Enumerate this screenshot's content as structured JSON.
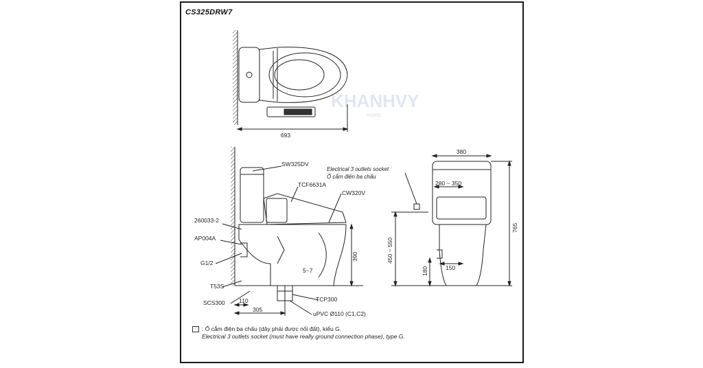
{
  "model": "CS325DRW7",
  "watermark": {
    "brand": "KHANHVY",
    "sub": "HOME"
  },
  "top_view": {
    "width_dim": "693"
  },
  "side_view": {
    "labels": {
      "tank": "SW325DV",
      "seat": "TCF6631A",
      "bowl": "CW320V",
      "part_1": "260033-2",
      "part_2": "AP004A",
      "inlet": "G1/2",
      "part_3": "T53S",
      "part_4": "SCS300",
      "drain": "TCP300",
      "pipe": "uPVC Ø110 (C1,C2)"
    },
    "dims": {
      "rough_in_small": "110",
      "rough_in": "305",
      "height": "390",
      "gap": "5~7",
      "socket_height": "450 ~ 550"
    },
    "socket_label_en": "Electrical 3 outlets socket",
    "socket_label_vi": "Ổ cắm điện ba chấu"
  },
  "front_view": {
    "dims": {
      "width": "380",
      "socket_range": "280 ~ 350",
      "total_height": "765",
      "offset": "150",
      "inlet_height": "180"
    }
  },
  "note": {
    "icon": "socket-icon",
    "vi": ": Ổ cắm điện ba chấu (dây phải được nối đất), kiểu G.",
    "en": "Electrical 3 outlets socket (must have really ground connection phase), type G."
  }
}
